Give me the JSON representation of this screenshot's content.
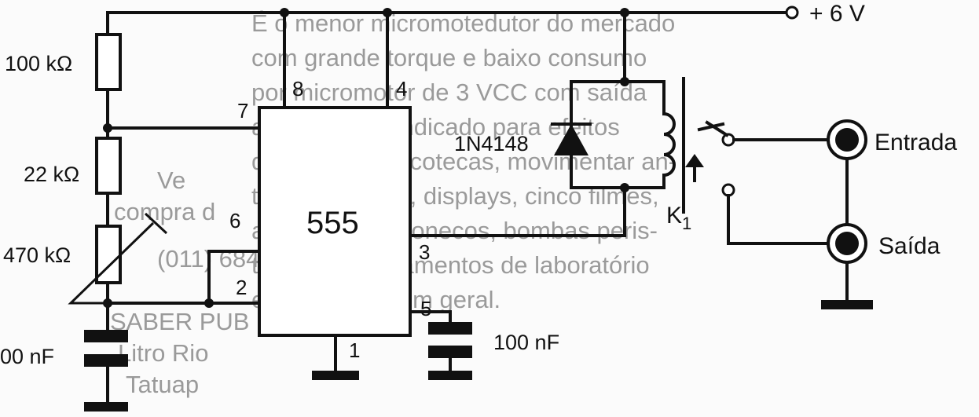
{
  "supply": {
    "label": "+ 6 V"
  },
  "ic": {
    "label": "555"
  },
  "pins": {
    "p1": "1",
    "p2": "2",
    "p3": "3",
    "p4": "4",
    "p5": "5",
    "p6": "6",
    "p7": "7",
    "p8": "8"
  },
  "components": {
    "r1": "100 kΩ",
    "r2": "22 kΩ",
    "pot": "470 kΩ",
    "cap_timing": "00 nF",
    "cap_control": "100 nF",
    "diode": "1N4148",
    "relay": "K",
    "relay_sub": "1"
  },
  "terminals": {
    "input": "Entrada",
    "output": "Saída"
  },
  "background_text": {
    "lines": [
      "É o menor micromotedutor do mercado",
      "com grande torque e baixo consumo",
      "por micromotor de 3 VCC com saída",
      "até 60 RPM. Indicado para efeitos",
      "de luz para discotecas, movimentar an-",
      "tenas, cortinas, displays, cinco filmes,",
      "animação de bonecos, bombas peris-",
      "tálticas, equipamentos de laboratório",
      "e automação em geral."
    ],
    "left_fragments": [
      "Ve",
      "compra d",
      "(011) 684",
      "SABER PUB",
      "Litro Rio",
      "Tatuap"
    ]
  }
}
